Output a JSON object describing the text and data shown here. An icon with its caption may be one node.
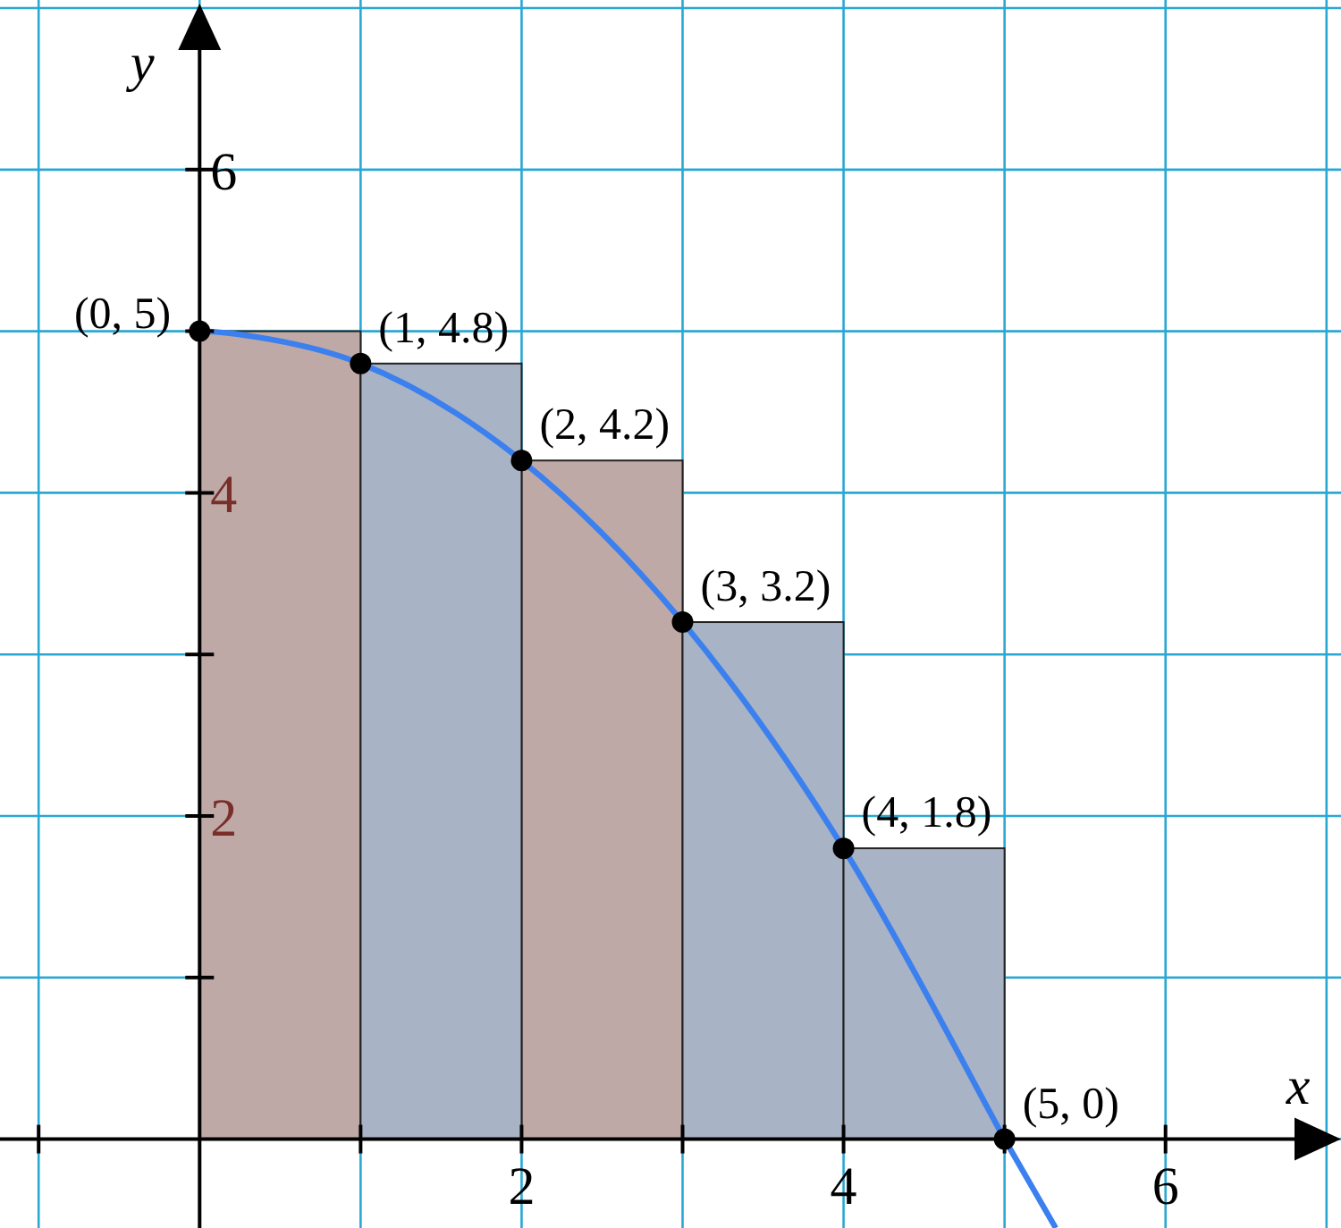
{
  "diagram": {
    "chart_data": {
      "type": "bar",
      "xlabel": "x",
      "ylabel": "y",
      "x": [
        0,
        1,
        2,
        3,
        4,
        5
      ],
      "series": [
        {
          "color": "#bfa9a7",
          "values": [
            5,
            null,
            4.2,
            null,
            null,
            null
          ]
        },
        {
          "color": "#a8b3c5",
          "values": [
            null,
            4.8,
            null,
            3.2,
            1.8,
            null
          ]
        },
        {
          "type": "line",
          "color": "#3b80ee",
          "marker": "circle",
          "values": [
            5,
            4.8,
            4.2,
            3.2,
            1.8,
            0
          ]
        }
      ],
      "xlim": [
        -1.24,
        7.09
      ],
      "ylim": [
        -0.55,
        7.05
      ],
      "xticks": [
        2,
        4,
        6
      ],
      "yticks": [
        2,
        4,
        6
      ],
      "grid": true,
      "annotations": [
        {
          "x": 0,
          "y": 5,
          "text": "(0, 5)"
        },
        {
          "x": 1,
          "y": 4.8,
          "text": "(1, 4.8)"
        },
        {
          "x": 2,
          "y": 4.2,
          "text": "(2, 4.2)"
        },
        {
          "x": 3,
          "y": 3.2,
          "text": "(3, 3.2)"
        },
        {
          "x": 4,
          "y": 1.8,
          "text": "(4, 1.8)"
        },
        {
          "x": 5,
          "y": 0,
          "text": "(5, 0)"
        }
      ]
    }
  }
}
